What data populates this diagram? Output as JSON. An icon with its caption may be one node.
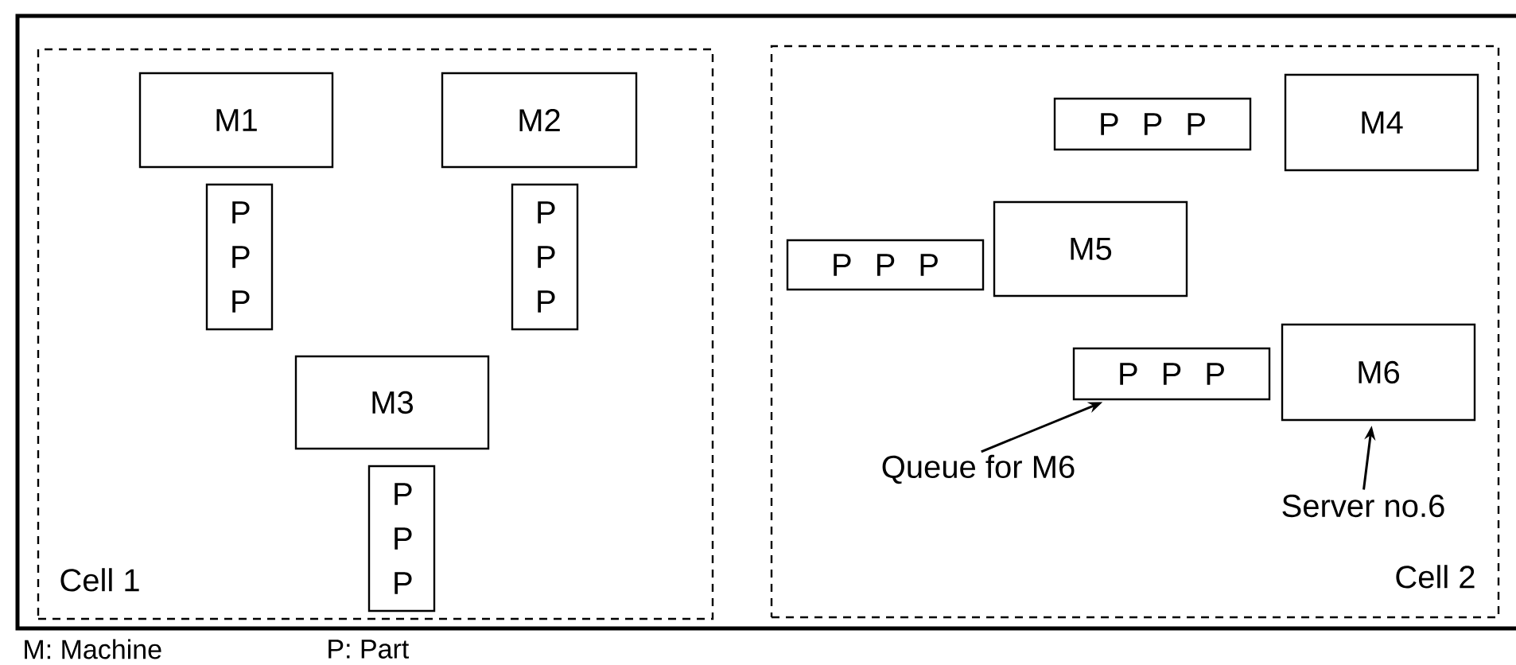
{
  "diagram": {
    "nodes": [
      {
        "text": [
          "Cell 1"
        ]
      },
      {
        "text": [
          "M1"
        ],
        "in": 0
      },
      {
        "text": [
          "M2"
        ],
        "in": 0
      },
      {
        "text": [
          "P P P"
        ],
        "in": 0
      },
      {
        "text": [
          "P P P"
        ],
        "in": 0
      },
      {
        "text": [
          "M3"
        ],
        "in": 0
      },
      {
        "text": [
          "P P P"
        ],
        "in": 0
      },
      {
        "text": [
          "Cell 2"
        ]
      },
      {
        "text": [
          "P P P"
        ],
        "in": 7
      },
      {
        "text": [
          "M4"
        ],
        "in": 7
      },
      {
        "text": [
          "P P P"
        ],
        "in": 7
      },
      {
        "text": [
          "M5"
        ],
        "in": 7
      },
      {
        "text": [
          "P P P"
        ],
        "in": 7
      },
      {
        "text": [
          "M6"
        ],
        "in": 7
      },
      {
        "text": [
          "Queue for M6"
        ],
        "in": 7
      },
      {
        "text": [
          "Server no.6"
        ],
        "in": 7
      }
    ],
    "edges": [
      {
        "from": 14,
        "to": 12,
        "arrow": "to"
      },
      {
        "from": 15,
        "to": 13,
        "arrow": "to"
      }
    ],
    "labels": [
      "M: Machine",
      "P: Part"
    ]
  }
}
